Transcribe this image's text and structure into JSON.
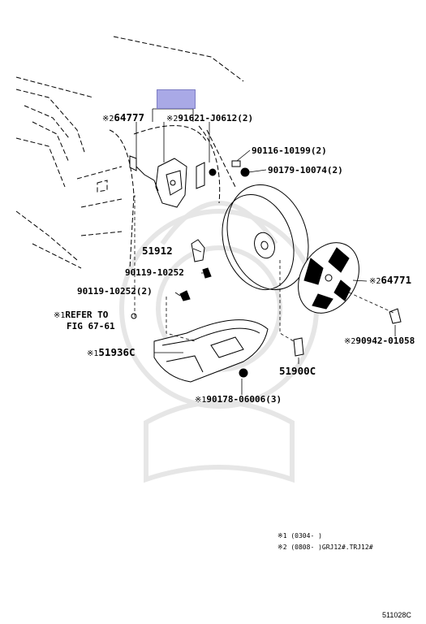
{
  "parts": {
    "spare_cover_big": {
      "mark": "※2",
      "num": "64777"
    },
    "carrier_bracket": {
      "mark": "※2",
      "num": "91621-J0612",
      "qty": "(2)"
    },
    "bolt_a": {
      "num": "90116-10199",
      "qty": "(2)"
    },
    "nut_a": {
      "num": "90179-10074",
      "qty": "(2)"
    },
    "hinge": {
      "num": "51912"
    },
    "bolt_b": {
      "num": "90119-10252"
    },
    "bolt_c": {
      "num": "90119-10252",
      "qty": "(2)"
    },
    "refer": {
      "mark": "※1",
      "line1": "REFER TO",
      "line2": "FIG 67-61"
    },
    "protector": {
      "mark": "※1",
      "num": "51936C"
    },
    "nut_b": {
      "mark": "※1",
      "num": "90178-06006",
      "qty": "(3)"
    },
    "valve": {
      "num": "51900C"
    },
    "cover_plate": {
      "mark": "※2",
      "num": "64771"
    },
    "grommet": {
      "mark": "※2",
      "num": "90942-01058"
    }
  },
  "notes": {
    "n1": {
      "mark": "※1",
      "text": "(0304-     )"
    },
    "n2": {
      "mark": "※2",
      "text": "(0808-     )GRJ12#.TRJ12#"
    }
  },
  "figure_code": "511028C",
  "colors": {
    "highlight": "#a9a9e6",
    "line": "#000000",
    "watermark": "#e6e6e6"
  }
}
